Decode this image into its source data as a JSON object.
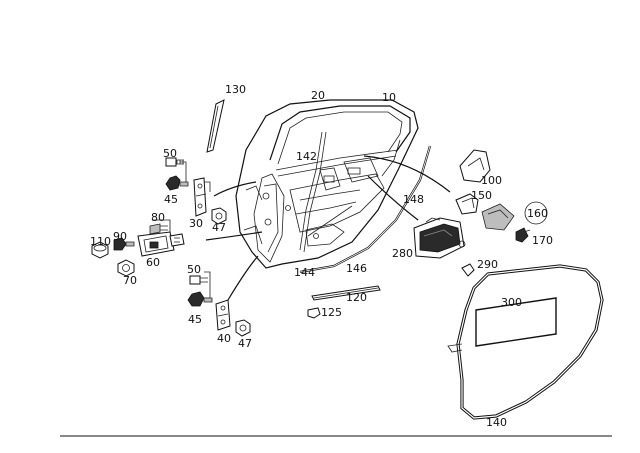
{
  "labels": {
    "l10": "10",
    "l20": "20",
    "l30": "30",
    "l40": "40",
    "l45a": "45",
    "l45b": "45",
    "l47a": "47",
    "l47b": "47",
    "l50a": "50",
    "l50b": "50",
    "l60": "60",
    "l70": "70",
    "l80": "80",
    "l90": "90",
    "l100": "100",
    "l110": "110",
    "l120": "120",
    "l125": "125",
    "l130": "130",
    "l140": "140",
    "l142": "142",
    "l144": "144",
    "l146": "146",
    "l148": "148",
    "l150": "150",
    "l160": "160",
    "l170": "170",
    "l280": "280",
    "l290": "290",
    "l300": "300"
  }
}
